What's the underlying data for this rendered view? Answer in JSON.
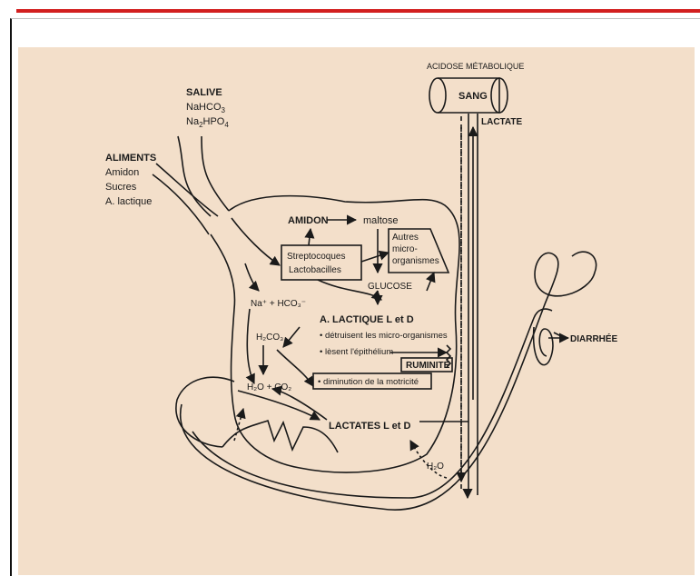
{
  "inputs": {
    "salive": [
      "SALIVE",
      "NaHCO",
      "Na",
      "HPO"
    ],
    "aliments": [
      "ALIMENTS",
      "Amidon",
      "Sucres",
      "A. lactique"
    ]
  },
  "blood": {
    "acidose": "ACIDOSE MÉTABOLIQUE",
    "sang": "SANG",
    "lactate": "LACTATE"
  },
  "rumen": {
    "amidon": "AMIDON",
    "maltose": "maltose",
    "streptocoques": "Streptocoques",
    "lactobacilles": "Lactobacilles",
    "autres1": "Autres",
    "autres2": "micro-",
    "autres3": "organismes",
    "glucose": "GLUCOSE",
    "na_hco3": "Na⁺ + HCO₃⁻",
    "h2co3": "H₂CO₃",
    "h2o_co2": "H₂O + CO₂",
    "acide_lactique": "A. LACTIQUE L et D",
    "effet1": "• détruisent les micro-organismes",
    "effet2": "• lèsent l'épithélium",
    "ruminite": "RUMINITE",
    "motricite": "• diminution de la motricité",
    "lactates": "LACTATES L et D",
    "h2o": "H₂O"
  },
  "outputs": {
    "diarrhee": "DIARRHÉE"
  },
  "colors": {
    "background": "#f3dfca",
    "ink": "#1a1a1a",
    "accent_line": "#d21f1f"
  }
}
